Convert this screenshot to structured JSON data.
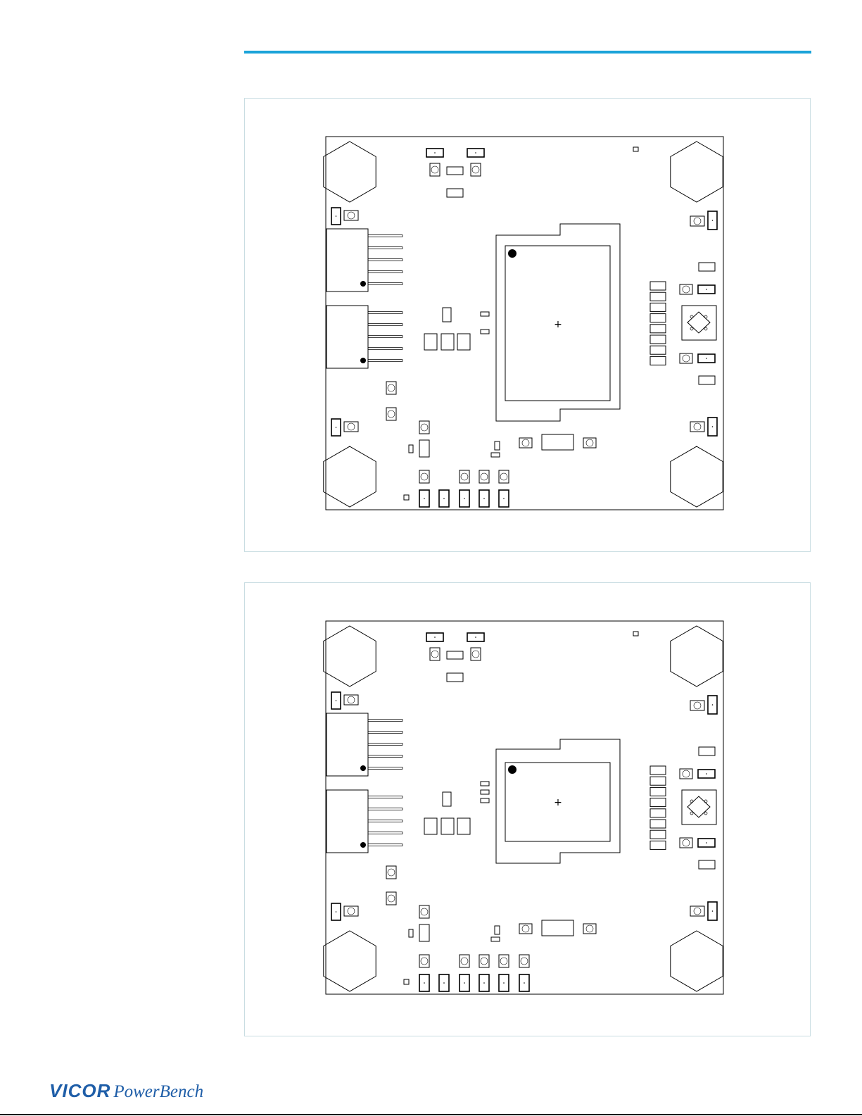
{
  "branding": {
    "logo_vicor": "VICOR",
    "logo_powerbench": "PowerBench",
    "accent_color": "#1aa3d9",
    "logo_color": "#1f5ea8"
  },
  "figures": [
    {
      "panel": "top",
      "variant": "tall-module"
    },
    {
      "panel": "bottom",
      "variant": "short-module"
    }
  ]
}
